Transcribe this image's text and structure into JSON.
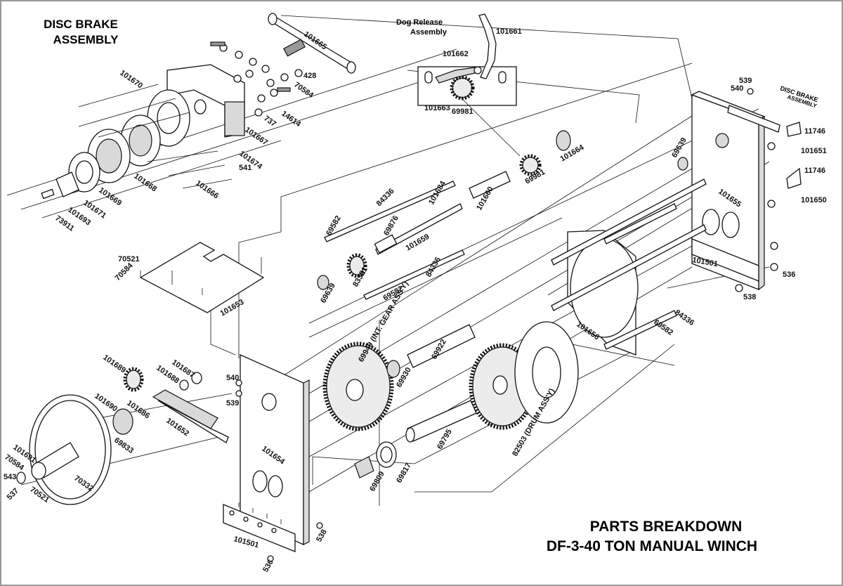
{
  "titles": {
    "disc_brake_line1": "DISC BRAKE",
    "disc_brake_line2": "ASSEMBLY",
    "dog_release_line1": "Dog Release",
    "dog_release_line2": "Assembly",
    "disc_brake_small_line1": "DISC BRAKE",
    "disc_brake_small_line2": "ASSEMBLY",
    "breakdown_line1": "PARTS BREAKDOWN",
    "breakdown_line2": "DF-3-40 TON MANUAL WINCH"
  },
  "callouts": {
    "c101665": "101665",
    "c101670": "101670",
    "c428": "428",
    "c70584_top": "70584",
    "c14614": "14614",
    "c737": "737",
    "c101667": "101667",
    "c101674": "101674",
    "c541": "541",
    "c101666": "101666",
    "c101668": "101668",
    "c101669": "101669",
    "c101671": "101671",
    "c101693": "101693",
    "c73911": "73911",
    "c101661": "101661",
    "c101662": "101662",
    "c101663": "101663",
    "c69981_top": "69981",
    "c101664": "101664",
    "c69981": "69981",
    "c539_top": "539",
    "c540_top": "540",
    "c11746_a": "11746",
    "c101651": "101651",
    "c11746_b": "11746",
    "c101650": "101650",
    "c69639_right": "69639",
    "c101655": "101655",
    "c101501_right": "101501",
    "c536_right": "536",
    "c538_right": "538",
    "c84336_top": "84336",
    "c101684": "101684",
    "c101660": "101660",
    "c69582_top": "69582",
    "c69876": "69876",
    "c101659": "101659",
    "c83321": "83321",
    "c84336_mid": "84336",
    "c69639_left": "69639",
    "c69582_mid": "69582",
    "c70521_left": "70521",
    "c70584_left": "70584",
    "c101653": "101653",
    "c101656": "101656",
    "c84336_right": "84336",
    "c69582_right": "69582",
    "c69949": "69949 (INT. GEAR ASS'Y)",
    "c69922": "69922",
    "c69930": "69930",
    "c82503": "82503 (DRUM ASS'Y)",
    "c69795": "69795",
    "c69817": "69817",
    "c69809": "69809",
    "c101689": "101689",
    "c101688": "101688",
    "c101687": "101687",
    "c540_mid": "540",
    "c539_mid": "539",
    "c101690": "101690",
    "c101686": "101686",
    "c101652": "101652",
    "c69833": "69833",
    "c101654": "101654",
    "c101691": "101691",
    "c70584_bottom": "70584",
    "c543": "543",
    "c537": "537",
    "c70521_bottom": "70521",
    "c70332": "70332",
    "c101501_bottom": "101501",
    "c538_bottom": "538",
    "c536_bottom": "536"
  }
}
